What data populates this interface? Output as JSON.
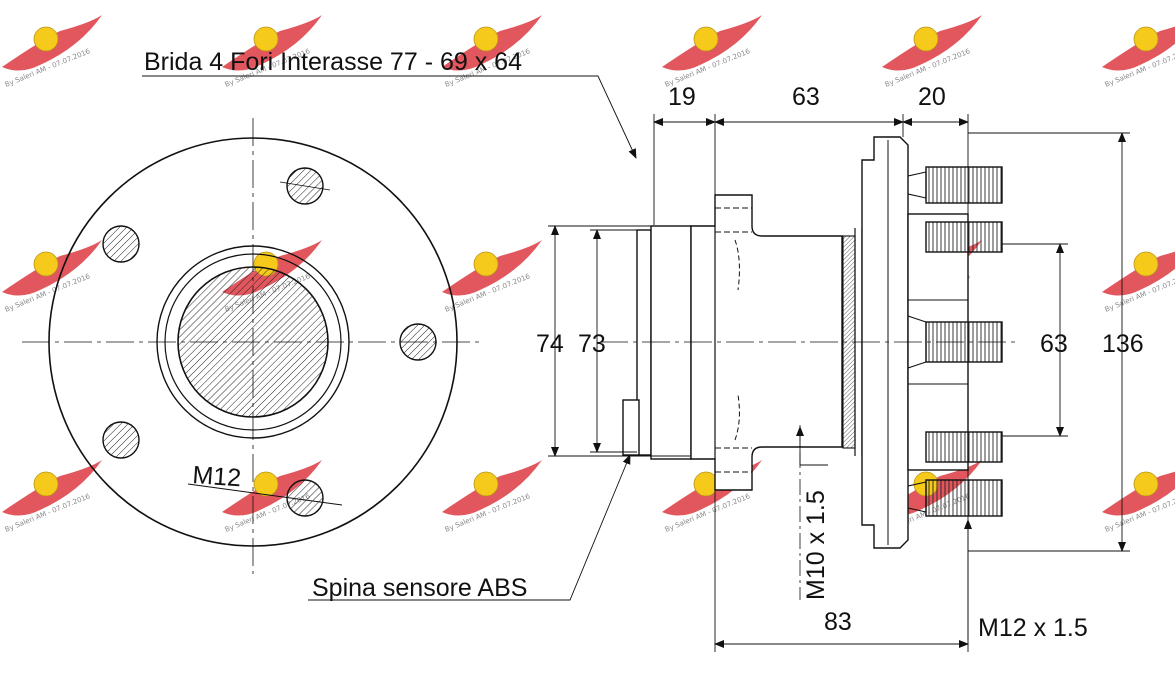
{
  "labels": {
    "flange_title": "Brida 4 Fori Interasse 77 - 69 x 64",
    "abs_label": "Spina sensore ABS",
    "bolt_label": "M12",
    "thread_m10": "M10 x 1.5",
    "thread_m12": "M12 x 1.5"
  },
  "dimensions": {
    "d19": "19",
    "d63_top": "63",
    "d20": "20",
    "d74": "74",
    "d73": "73",
    "d63_right": "63",
    "d136": "136",
    "d83": "83"
  },
  "watermark": {
    "text": "By Saleri AM - 07.07.2016",
    "logo_color": "#d8232a",
    "badge_color": "#f5c400"
  }
}
